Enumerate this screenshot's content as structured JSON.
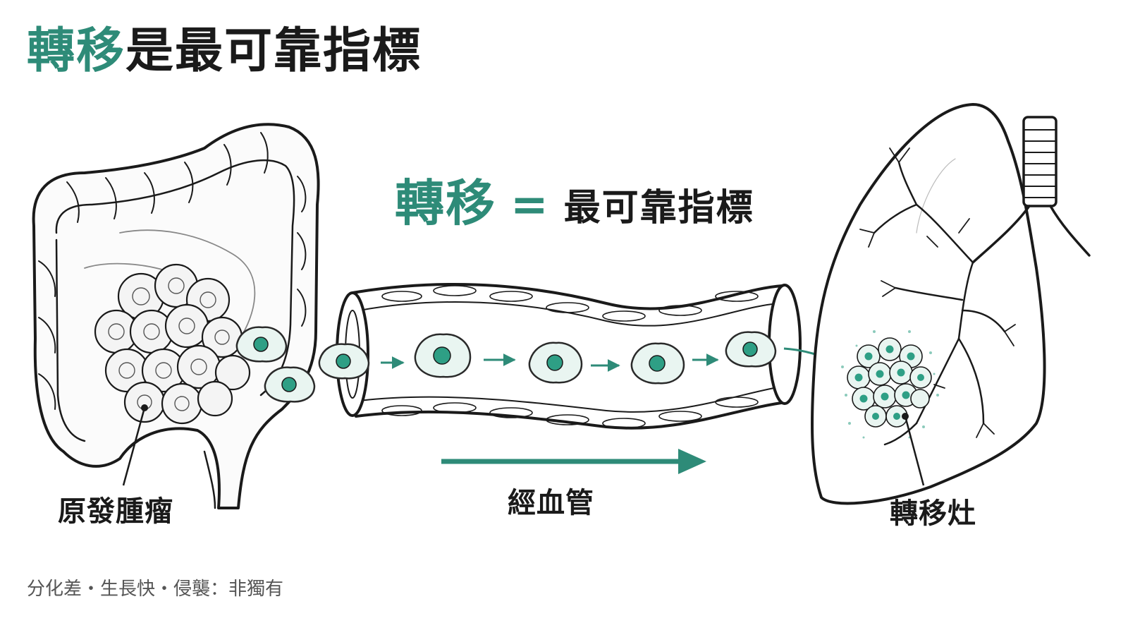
{
  "header": {
    "title_accent": "轉移",
    "title_rest": "是最可靠指標"
  },
  "equation": {
    "accent": "轉移",
    "operator": "=",
    "rest": "最可靠指標"
  },
  "labels": {
    "primary_tumor": "原發腫瘤",
    "blood_vessel": "經血管",
    "metastasis": "轉移灶"
  },
  "footer": {
    "note": "分化差・生長快・侵襲：非獨有"
  },
  "colors": {
    "accent": "#2e8b78",
    "ink": "#1a1a1a",
    "cell_fill": "#e9f5f1",
    "nucleus": "#2e9f85"
  },
  "icons": {
    "colon": "colon-icon",
    "tumor": "tumor-cluster-icon",
    "vessel": "blood-vessel-icon",
    "lung": "lung-icon",
    "cell": "cancer-cell-icon"
  }
}
